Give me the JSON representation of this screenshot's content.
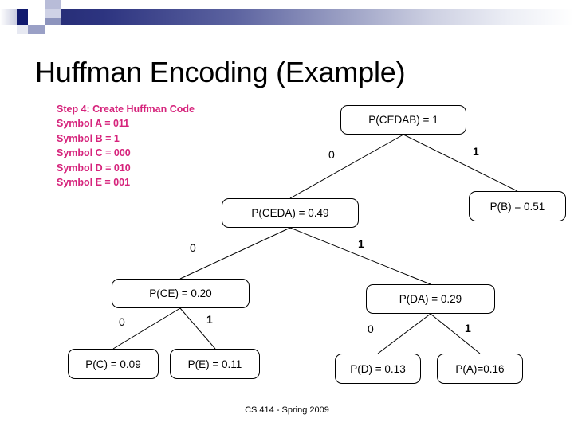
{
  "slide": {
    "title": "Huffman Encoding (Example)",
    "footer": "CS 414 - Spring 2009",
    "accent_color": "#d6247c",
    "band_color": "#232a72",
    "background": "#ffffff"
  },
  "step_block": {
    "heading": "Step 4: Create Huffman Code",
    "lines": [
      "Symbol A = 011",
      "Symbol B = 1",
      "Symbol C = 000",
      "Symbol D = 010",
      "Symbol E = 001"
    ]
  },
  "tree": {
    "nodes": {
      "cedab": "P(CEDAB) = 1",
      "ceda": "P(CEDA) = 0.49",
      "b": "P(B) = 0.51",
      "ce": "P(CE) = 0.20",
      "da": "P(DA) = 0.29",
      "c": "P(C) = 0.09",
      "e": "P(E) = 0.11",
      "d": "P(D) = 0.13",
      "a": "P(A)=0.16"
    },
    "edge_labels": {
      "root_left": "0",
      "root_right": "1",
      "ceda_left": "0",
      "ceda_right": "1",
      "ce_left": "0",
      "ce_right": "1",
      "da_left": "0",
      "da_right": "1"
    }
  },
  "chart_data": {
    "type": "diagram",
    "title": "Huffman Encoding (Example)",
    "structure": "binary-tree",
    "nodes": [
      {
        "id": "cedab",
        "label": "P(CEDAB) = 1",
        "symbols": "CEDAB",
        "probability": 1.0,
        "level": 0,
        "code": ""
      },
      {
        "id": "ceda",
        "label": "P(CEDA) = 0.49",
        "symbols": "CEDA",
        "probability": 0.49,
        "level": 1,
        "code": "0"
      },
      {
        "id": "b",
        "label": "P(B) = 0.51",
        "symbols": "B",
        "probability": 0.51,
        "level": 1,
        "code": "1",
        "leaf": true
      },
      {
        "id": "ce",
        "label": "P(CE) = 0.20",
        "symbols": "CE",
        "probability": 0.2,
        "level": 2,
        "code": "00"
      },
      {
        "id": "da",
        "label": "P(DA) = 0.29",
        "symbols": "DA",
        "probability": 0.29,
        "level": 2,
        "code": "01"
      },
      {
        "id": "c",
        "label": "P(C) = 0.09",
        "symbols": "C",
        "probability": 0.09,
        "level": 3,
        "code": "000",
        "leaf": true
      },
      {
        "id": "e",
        "label": "P(E) = 0.11",
        "symbols": "E",
        "probability": 0.11,
        "level": 3,
        "code": "001",
        "leaf": true
      },
      {
        "id": "d",
        "label": "P(D) = 0.13",
        "symbols": "D",
        "probability": 0.13,
        "level": 3,
        "code": "010",
        "leaf": true
      },
      {
        "id": "a",
        "label": "P(A)=0.16",
        "symbols": "A",
        "probability": 0.16,
        "level": 3,
        "code": "011",
        "leaf": true
      }
    ],
    "edges": [
      {
        "from": "cedab",
        "to": "ceda",
        "label": "0"
      },
      {
        "from": "cedab",
        "to": "b",
        "label": "1"
      },
      {
        "from": "ceda",
        "to": "ce",
        "label": "0"
      },
      {
        "from": "ceda",
        "to": "da",
        "label": "1"
      },
      {
        "from": "ce",
        "to": "c",
        "label": "0"
      },
      {
        "from": "ce",
        "to": "e",
        "label": "1"
      },
      {
        "from": "da",
        "to": "d",
        "label": "0"
      },
      {
        "from": "da",
        "to": "a",
        "label": "1"
      }
    ],
    "codes": {
      "A": "011",
      "B": "1",
      "C": "000",
      "D": "010",
      "E": "001"
    }
  }
}
